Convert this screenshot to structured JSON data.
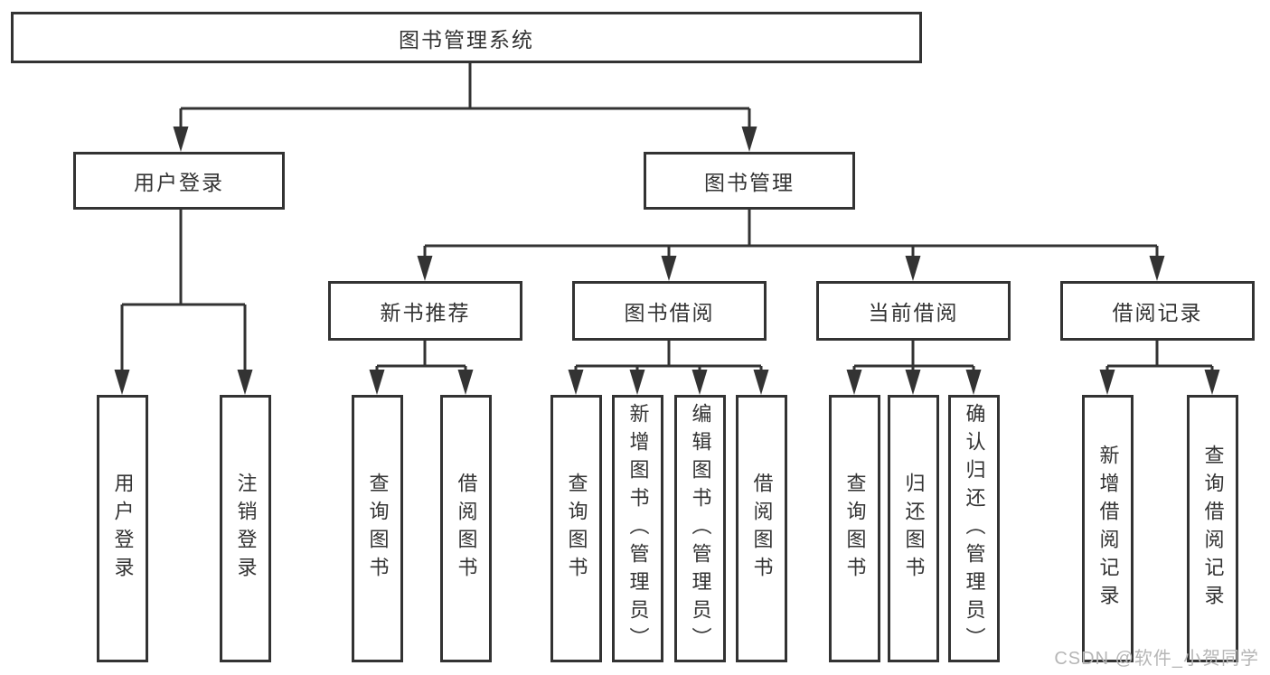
{
  "nodes": {
    "root": "图书管理系统",
    "user_login": "用户登录",
    "book_management": "图书管理",
    "new_book_recommend": "新书推荐",
    "book_borrow": "图书借阅",
    "current_borrow": "当前借阅",
    "borrow_record": "借阅记录",
    "leaf_user_login": "用户登录",
    "leaf_logout": "注销登录",
    "leaf_query_book_recommend": "查询图书",
    "leaf_borrow_book_recommend": "借阅图书",
    "leaf_query_book_borrow": "查询图书",
    "leaf_add_book": "新增图书（管理员）",
    "leaf_edit_book": "编辑图书（管理员）",
    "leaf_borrow_book": "借阅图书",
    "leaf_query_book_current": "查询图书",
    "leaf_return_book": "归还图书",
    "leaf_confirm_return": "确认归还（管理员）",
    "leaf_add_borrow_record": "新增借阅记录",
    "leaf_query_borrow_record": "查询借阅记录"
  },
  "watermark": "CSDN @软件_小贺同学",
  "colors": {
    "line": "#333333",
    "text": "#333333",
    "box_background": "#ffffff",
    "page_background": "#ffffff",
    "watermark": "#b6b6b6"
  }
}
